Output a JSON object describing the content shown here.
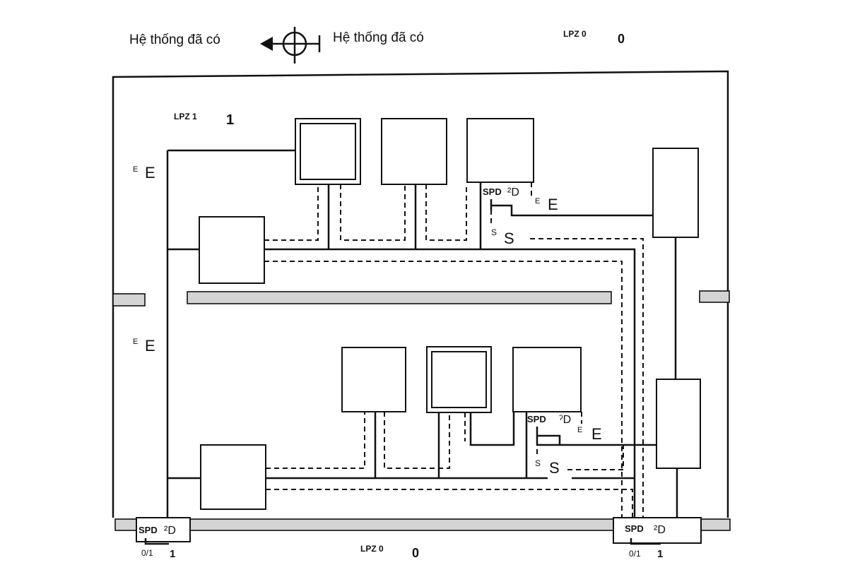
{
  "header": {
    "left_label": "Hệ thống đã có",
    "right_label": "Hệ thống đã có",
    "top_zone_label": "LPZ 0",
    "top_zone_number": "0"
  },
  "zone_inner": {
    "label": "LPZ 1",
    "number": "1"
  },
  "zone_bottom": {
    "label": "LPZ 0",
    "number": "0"
  },
  "labels": {
    "e_small": "E",
    "e_large": "E",
    "s_small": "S",
    "s_large": "S",
    "spd": "SPD",
    "spd_suffix": "²D",
    "spd_suffix_mid": "ˀD",
    "zone_transition": "0/1",
    "zone_one": "1"
  },
  "colors": {
    "line": "#111111",
    "bar_fill": "#d4d4d4",
    "background": "#ffffff"
  }
}
